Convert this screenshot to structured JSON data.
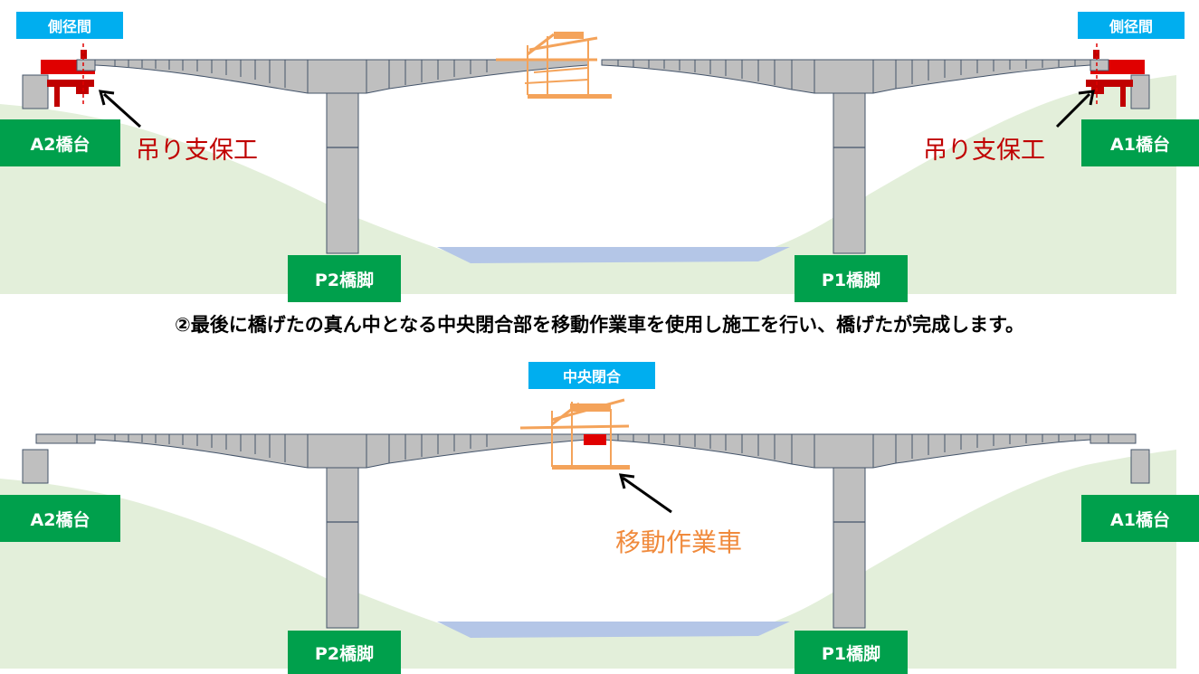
{
  "top": {
    "side_span_left": "側径間",
    "side_span_right": "側径間",
    "a2_label": "A2橋台",
    "a1_label": "A1橋台",
    "p2_label": "P2橋脚",
    "p1_label": "P1橋脚",
    "hanging_support_left": "吊り支保工",
    "hanging_support_right": "吊り支保工"
  },
  "caption": "②最後に橋げたの真ん中となる中央閉合部を移動作業車を使用し施工を行い、橋げたが完成します。",
  "bottom": {
    "center_closure": "中央閉合",
    "a2_label": "A2橋台",
    "a1_label": "A1橋台",
    "p2_label": "P2橋脚",
    "p1_label": "P1橋脚",
    "traveler_label": "移動作業車"
  },
  "colors": {
    "ground": "#e3efda",
    "water": "#b4c6e7",
    "concrete": "#bfbfbf",
    "outline": "#44546a",
    "label_green": "#00a04c",
    "label_blue": "#00aeef",
    "red": "#e00000",
    "dark_red": "#c00000",
    "orange": "#f4a35a"
  }
}
